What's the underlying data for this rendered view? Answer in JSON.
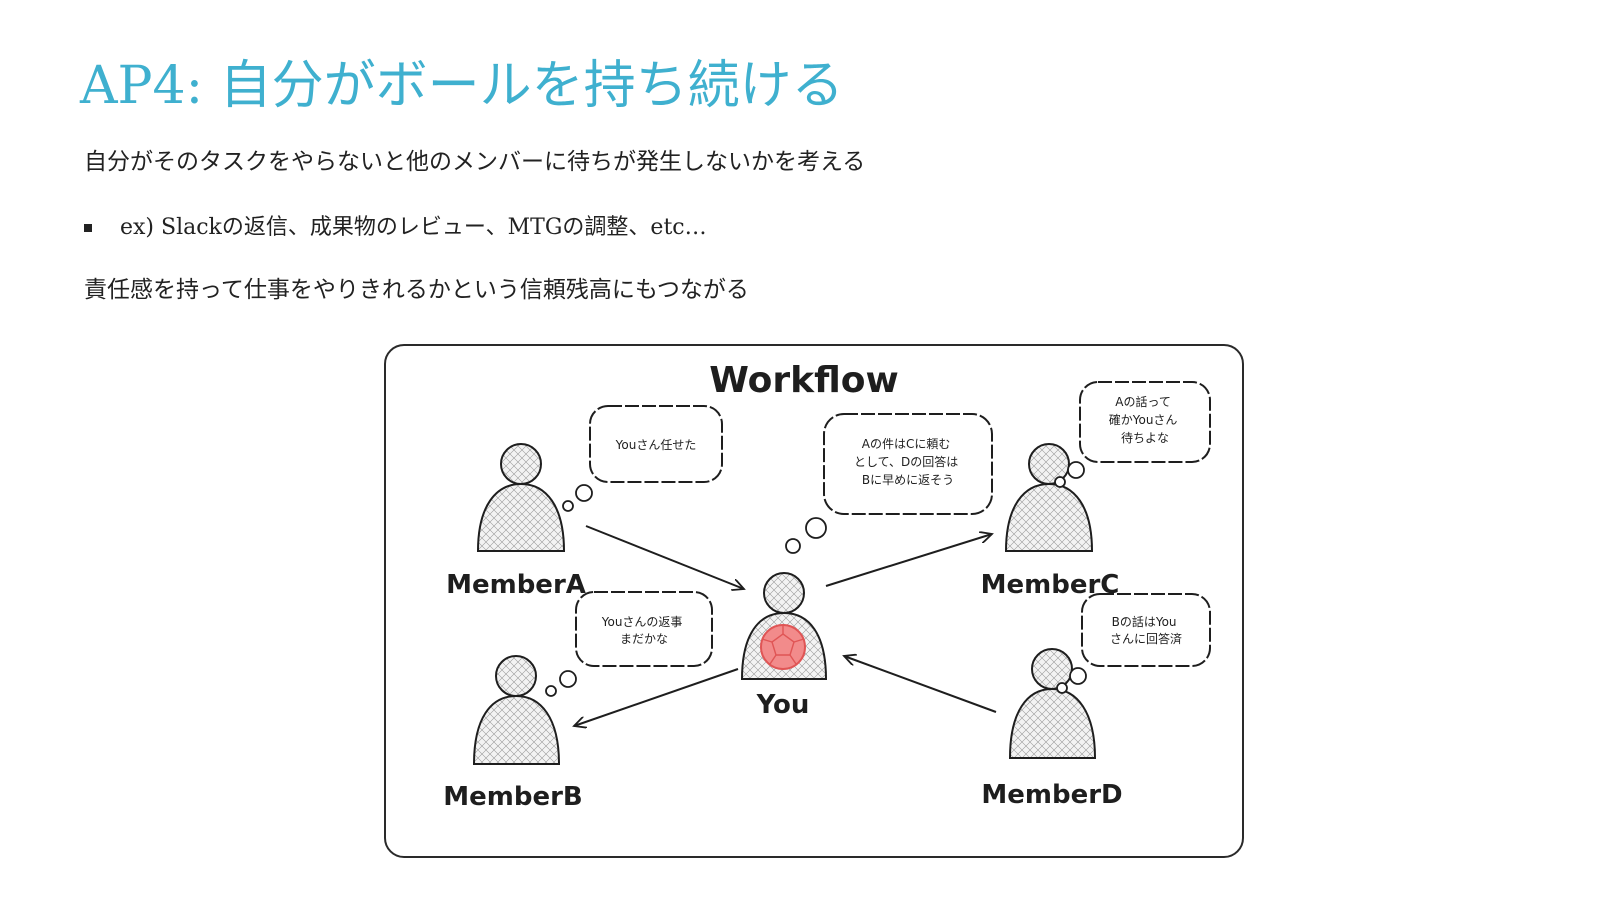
{
  "slide": {
    "title": "AP4: 自分がボールを持ち続ける",
    "line1": "自分がそのタスクをやらないと他のメンバーに待ちが発生しないかを考える",
    "bullet": "ex) Slackの返信、成果物のレビュー、MTGの調整、etc…",
    "line2": "責任感を持って仕事をやりきれるかという信頼残高にもつながる"
  },
  "diagram": {
    "title": "Workflow",
    "members": {
      "a": "MemberA",
      "b": "MemberB",
      "c": "MemberC",
      "d": "MemberD",
      "you": "You"
    },
    "bubbles": {
      "a": [
        "Youさん任せた"
      ],
      "b": [
        "Youさんの返事",
        "まだかな"
      ],
      "c": [
        "Aの話って",
        "確かYouさん",
        "待ちよな"
      ],
      "d": [
        "Bの話はYou",
        "さんに回答済"
      ],
      "you": [
        "Aの件はCに頼む",
        "として、Dの回答は",
        "Bに早めに返そう"
      ]
    },
    "colors": {
      "title": "#3fb0cf",
      "ball": "#f28b8b",
      "ball_stroke": "#e05555",
      "stroke": "#1e1e1e"
    }
  }
}
